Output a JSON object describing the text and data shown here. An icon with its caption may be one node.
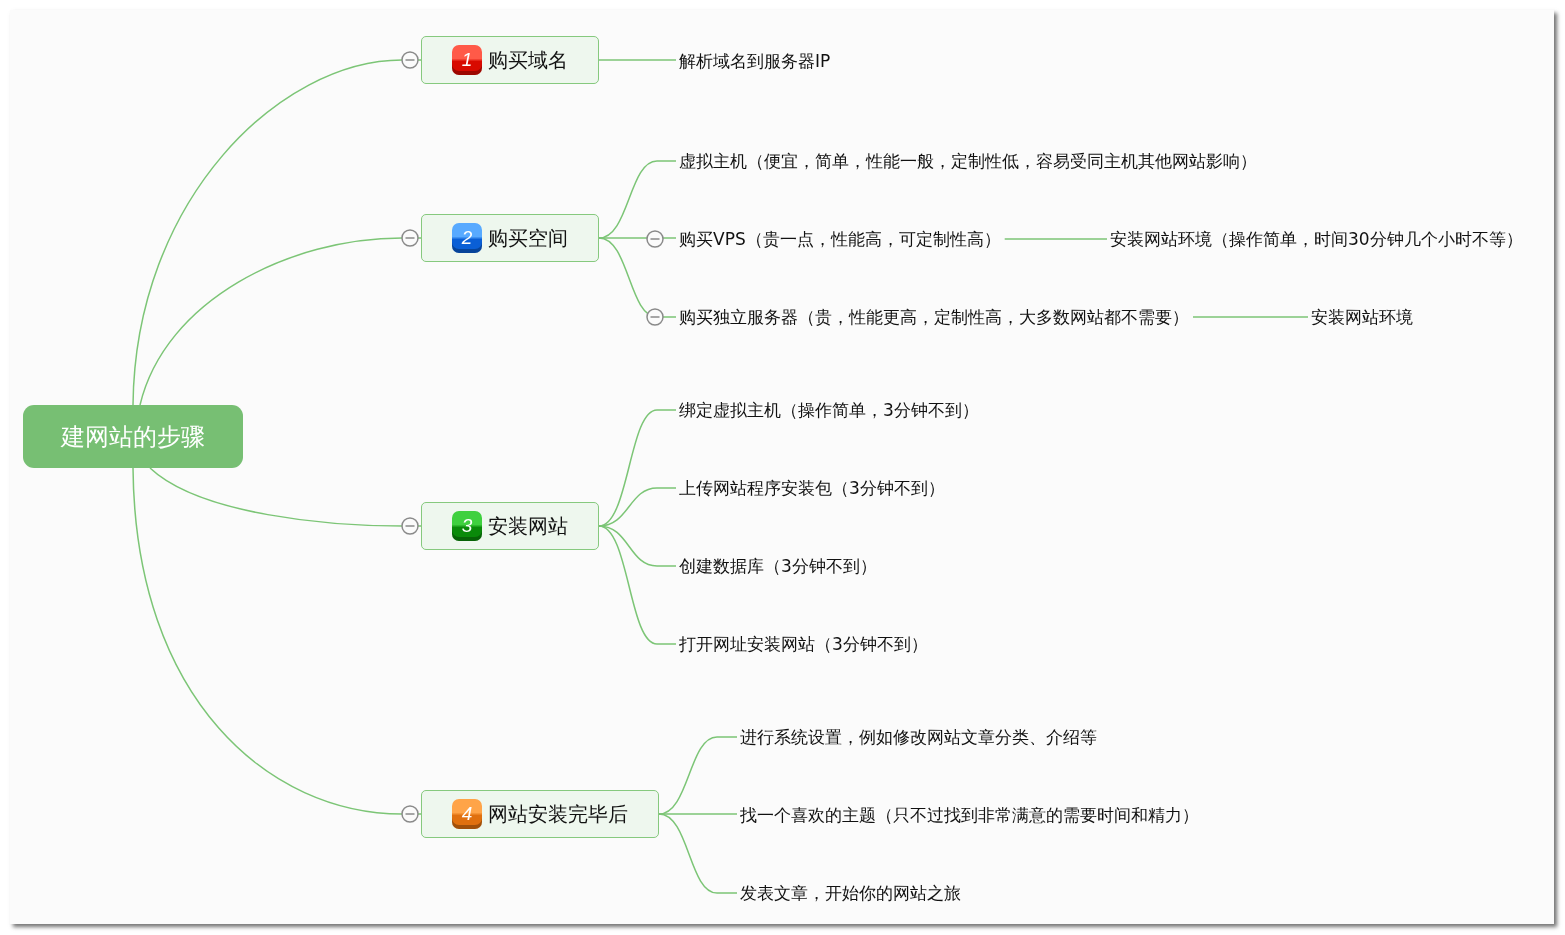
{
  "diagram": {
    "nodes": [
      {
        "text": [
          "建网站的步骤"
        ]
      },
      {
        "text": [
          "1",
          "购买域名"
        ]
      },
      {
        "text": [
          "解析域名到服务器IP"
        ]
      },
      {
        "text": [
          "2",
          "购买空间"
        ]
      },
      {
        "text": [
          "虚拟主机（便宜，简单，性能一般，定制性低，容易受同主机其他网站影响）"
        ]
      },
      {
        "text": [
          "购买VPS（贵一点，性能高，可定制性高）"
        ]
      },
      {
        "text": [
          "安装网站环境（操作简单，时间30分钟几个小时不等）"
        ]
      },
      {
        "text": [
          "购买独立服务器（贵，性能更高，定制性高，大多数网站都不需要）"
        ]
      },
      {
        "text": [
          "安装网站环境"
        ]
      },
      {
        "text": [
          "3",
          "安装网站"
        ]
      },
      {
        "text": [
          "绑定虚拟主机（操作简单，3分钟不到）"
        ]
      },
      {
        "text": [
          "上传网站程序安装包（3分钟不到）"
        ]
      },
      {
        "text": [
          "创建数据库（3分钟不到）"
        ]
      },
      {
        "text": [
          "打开网址安装网站（3分钟不到）"
        ]
      },
      {
        "text": [
          "4",
          "网站安装完毕后"
        ]
      },
      {
        "text": [
          "进行系统设置，例如修改网站文章分类、介绍等"
        ]
      },
      {
        "text": [
          "找一个喜欢的主题（只不过找到非常满意的需要时间和精力）"
        ]
      },
      {
        "text": [
          "发表文章，开始你的网站之旅"
        ]
      }
    ],
    "edges": [
      {
        "from": 0,
        "to": 1,
        "arrow": "none"
      },
      {
        "from": 1,
        "to": 2,
        "arrow": "none"
      },
      {
        "from": 0,
        "to": 3,
        "arrow": "none"
      },
      {
        "from": 3,
        "to": 4,
        "arrow": "none"
      },
      {
        "from": 3,
        "to": 5,
        "arrow": "none"
      },
      {
        "from": 5,
        "to": 6,
        "arrow": "none"
      },
      {
        "from": 3,
        "to": 7,
        "arrow": "none"
      },
      {
        "from": 7,
        "to": 8,
        "arrow": "none"
      },
      {
        "from": 0,
        "to": 9,
        "arrow": "none"
      },
      {
        "from": 9,
        "to": 10,
        "arrow": "none"
      },
      {
        "from": 9,
        "to": 11,
        "arrow": "none"
      },
      {
        "from": 9,
        "to": 12,
        "arrow": "none"
      },
      {
        "from": 9,
        "to": 13,
        "arrow": "none"
      },
      {
        "from": 0,
        "to": 14,
        "arrow": "none"
      },
      {
        "from": 14,
        "to": 15,
        "arrow": "none"
      },
      {
        "from": 14,
        "to": 16,
        "arrow": "none"
      },
      {
        "from": 14,
        "to": 17,
        "arrow": "none"
      }
    ]
  }
}
